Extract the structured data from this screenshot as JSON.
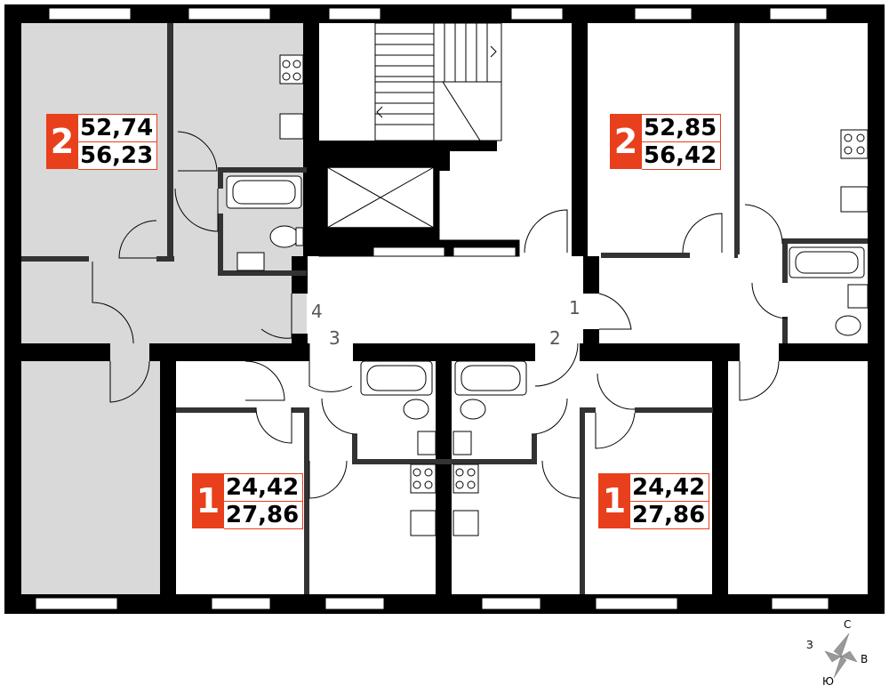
{
  "apartments": [
    {
      "rooms": "2",
      "area_top": "52,74",
      "area_bottom": "56,23"
    },
    {
      "rooms": "2",
      "area_top": "52,85",
      "area_bottom": "56,42"
    },
    {
      "rooms": "1",
      "area_top": "24,42",
      "area_bottom": "27,86"
    },
    {
      "rooms": "1",
      "area_top": "24,42",
      "area_bottom": "27,86"
    }
  ],
  "entrance_numbers": [
    "1",
    "2",
    "3",
    "4"
  ],
  "compass": {
    "north": "С",
    "east": "В",
    "south": "Ю",
    "west": "З"
  },
  "colors": {
    "badge": "#e8401c",
    "wall": "#000000",
    "highlight": "#d9d9d9"
  }
}
